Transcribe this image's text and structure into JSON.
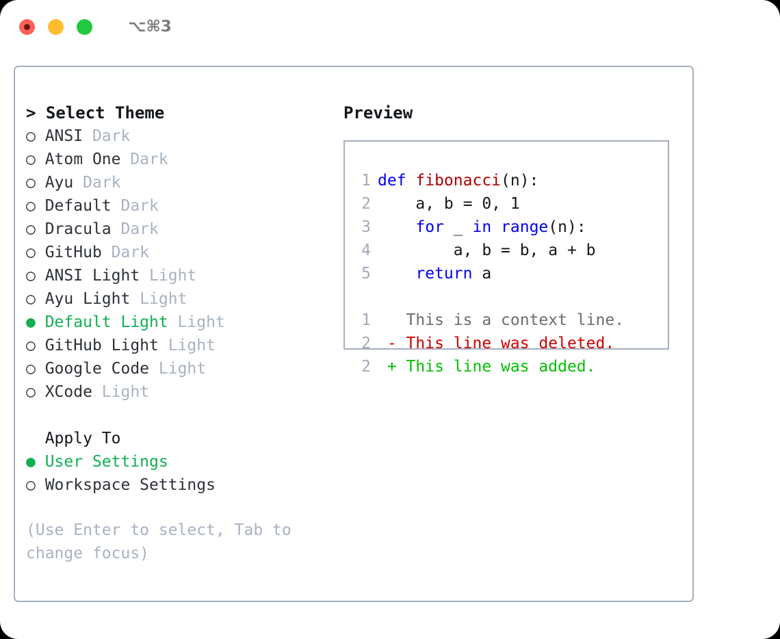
{
  "titlebar": {
    "lights": [
      "close-light",
      "minimize-light",
      "maximize-light"
    ],
    "shortcut": "⌥⌘3"
  },
  "theme_list": {
    "header": "> Select Theme",
    "selected": "Default Light",
    "items": [
      {
        "marker": "○",
        "name": "ANSI",
        "badge": "Dark",
        "selected": false
      },
      {
        "marker": "○",
        "name": "Atom One",
        "badge": "Dark",
        "selected": false
      },
      {
        "marker": "○",
        "name": "Ayu",
        "badge": "Dark",
        "selected": false
      },
      {
        "marker": "○",
        "name": "Default",
        "badge": "Dark",
        "selected": false
      },
      {
        "marker": "○",
        "name": "Dracula",
        "badge": "Dark",
        "selected": false
      },
      {
        "marker": "○",
        "name": "GitHub",
        "badge": "Dark",
        "selected": false
      },
      {
        "marker": "○",
        "name": "ANSI Light",
        "badge": "Light",
        "selected": false
      },
      {
        "marker": "○",
        "name": "Ayu Light",
        "badge": "Light",
        "selected": false
      },
      {
        "marker": "●",
        "name": "Default Light",
        "badge": "Light",
        "selected": true
      },
      {
        "marker": "○",
        "name": "GitHub Light",
        "badge": "Light",
        "selected": false
      },
      {
        "marker": "○",
        "name": "Google Code",
        "badge": "Light",
        "selected": false
      },
      {
        "marker": "○",
        "name": "XCode",
        "badge": "Light",
        "selected": false
      }
    ]
  },
  "apply_to": {
    "title": "  Apply To",
    "selected": "User Settings",
    "items": [
      {
        "marker": "●",
        "name": "User Settings",
        "selected": true
      },
      {
        "marker": "○",
        "name": "Workspace Settings",
        "selected": false
      }
    ]
  },
  "hint": "(Use Enter to select, Tab to change focus)",
  "preview": {
    "title": "Preview",
    "code_lines": [
      {
        "n": "1",
        "tokens": [
          {
            "t": "def ",
            "c": "kw"
          },
          {
            "t": "fibonacci",
            "c": "fn"
          },
          {
            "t": "(n):",
            "c": "plain"
          }
        ]
      },
      {
        "n": "2",
        "tokens": [
          {
            "t": "    a, b = 0, 1",
            "c": "plain"
          }
        ]
      },
      {
        "n": "3",
        "tokens": [
          {
            "t": "    ",
            "c": "plain"
          },
          {
            "t": "for",
            "c": "kw"
          },
          {
            "t": " _ ",
            "c": "plain"
          },
          {
            "t": "in",
            "c": "kw"
          },
          {
            "t": " ",
            "c": "plain"
          },
          {
            "t": "range",
            "c": "kw"
          },
          {
            "t": "(n):",
            "c": "plain"
          }
        ]
      },
      {
        "n": "4",
        "tokens": [
          {
            "t": "        a, b = b, a + b",
            "c": "plain"
          }
        ]
      },
      {
        "n": "5",
        "tokens": [
          {
            "t": "    ",
            "c": "plain"
          },
          {
            "t": "return",
            "c": "kw"
          },
          {
            "t": " a",
            "c": "plain"
          }
        ]
      }
    ],
    "diff_lines": [
      {
        "n": "1",
        "sign": " ",
        "text": " This is a context line.",
        "kind": "ctx"
      },
      {
        "n": "2",
        "sign": "-",
        "text": " This line was deleted.",
        "kind": "del"
      },
      {
        "n": "2",
        "sign": "+",
        "text": " This line was added.",
        "kind": "add"
      }
    ]
  },
  "colors": {
    "accent_green": "#10b050",
    "keyword_blue": "#0000ee",
    "function_red": "#aa0000",
    "diff_delete": "#cc0000",
    "diff_add": "#00c000",
    "badge_gray": "#a8b2c0",
    "border": "#a6afc0"
  }
}
